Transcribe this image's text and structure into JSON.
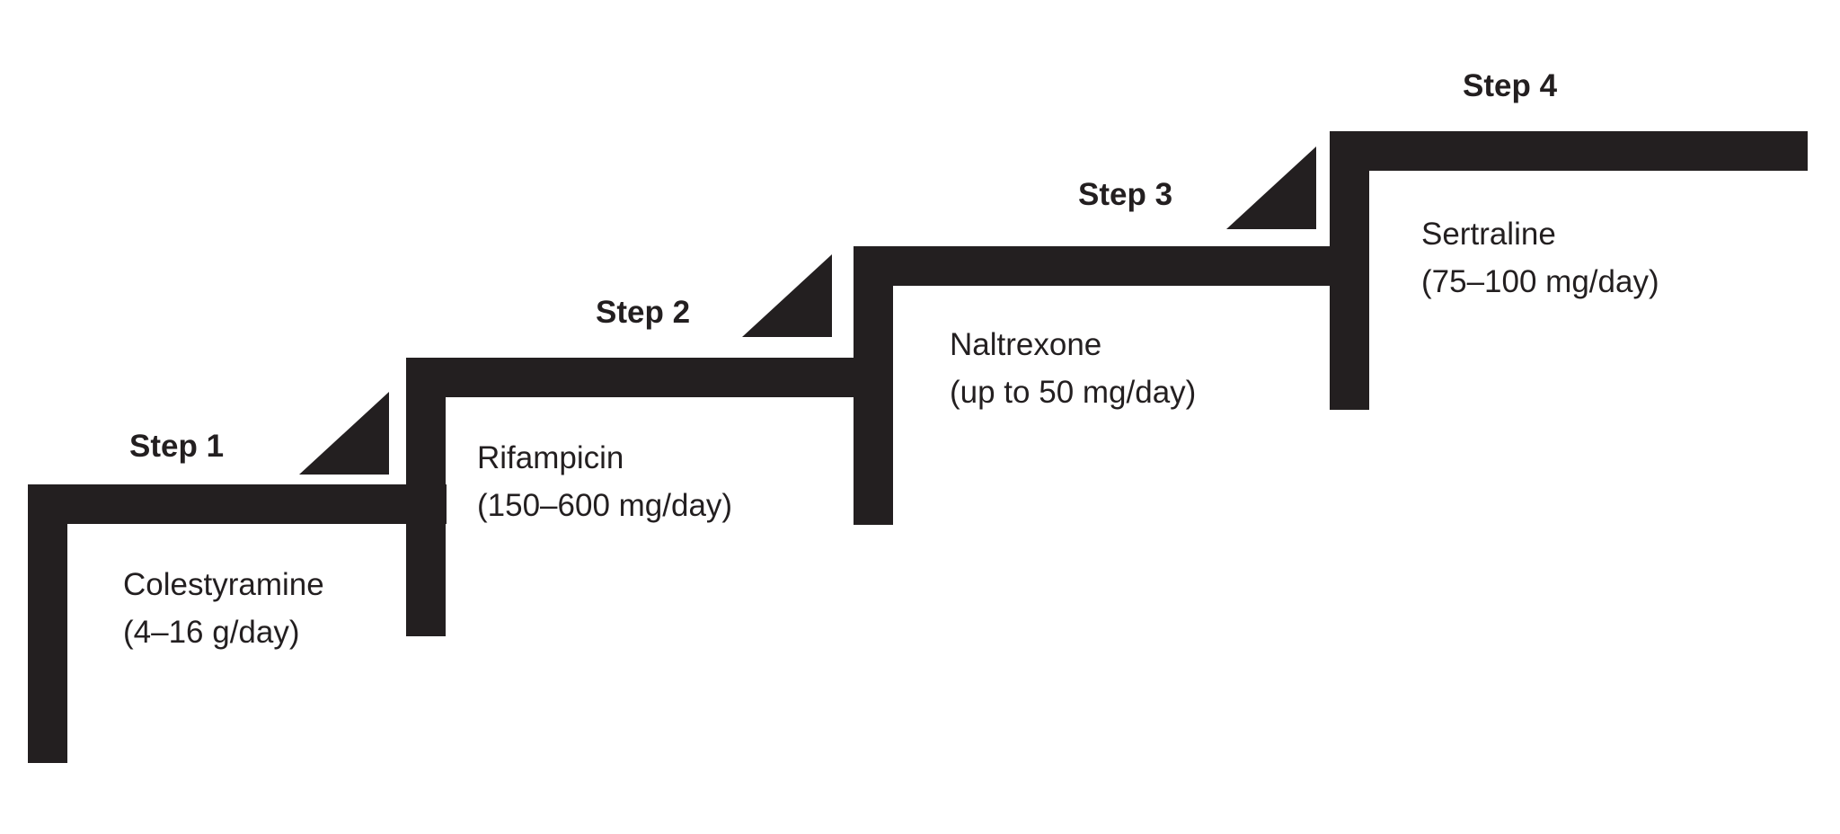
{
  "colors": {
    "ink": "#231f20",
    "background": "#ffffff"
  },
  "steps": [
    {
      "label": "Step 1",
      "drug": "Colestyramine",
      "dose": "(4–16 g/day)"
    },
    {
      "label": "Step 2",
      "drug": "Rifampicin",
      "dose": "(150–600 mg/day)"
    },
    {
      "label": "Step 3",
      "drug": "Naltrexone",
      "dose": "(up to 50 mg/day)"
    },
    {
      "label": "Step 4",
      "drug": "Sertraline",
      "dose": "(75–100 mg/day)"
    }
  ]
}
